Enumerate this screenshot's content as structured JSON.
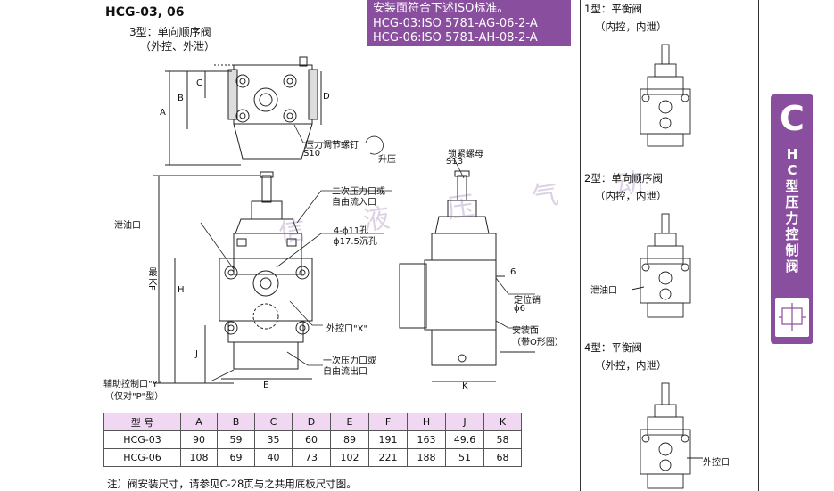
{
  "header": {
    "model_title": "HCG-03, 06",
    "type_line1": "3型：单向顺序阀",
    "type_line2": "（外控、外泄）"
  },
  "iso_box": {
    "line1": "安装面符合下述ISO标准。",
    "line2": "HCG-03:ISO 5781-AG-06-2-A",
    "line3": "HCG-06:ISO 5781-AH-08-2-A"
  },
  "drawing_labels": {
    "pressure_screw": "压力调节螺钉",
    "s10": "S10",
    "boost": "升压",
    "lock_nut": "锁紧螺母",
    "s13": "S13",
    "drain_port": "泄油口",
    "secondary_port": "二次压力口或",
    "free_inlet": "自由流入口",
    "holes1": "4-ϕ11孔",
    "holes2": "ϕ17.5沉孔",
    "max_f": "最大F",
    "ext_control_x": "外控口\"X\"",
    "primary_port": "一次压力口或",
    "free_outlet": "自由流出口",
    "aux_control_y": "辅助控制口\"Y\"",
    "p_type": "（仅对\"P\"型）",
    "dim_6": "6",
    "locating_pin": "定位销",
    "pin_dia": "ϕ6",
    "mount_face": "安装面",
    "o_ring": "（带O形圈）",
    "dim_A": "A",
    "dim_B": "B",
    "dim_C": "C",
    "dim_D": "D",
    "dim_E": "E",
    "dim_H": "H",
    "dim_J": "J",
    "dim_K": "K",
    "watermark": "信 液 压 气 动"
  },
  "right_panel": {
    "type1": "1型：平衡阀",
    "type1_sub": "（内控，内泄）",
    "type2": "2型：单向顺序阀",
    "type2_sub": "（内控，内泄）",
    "type2_drain": "泄油口",
    "type4": "4型：平衡阀",
    "type4_sub": "（外控，内泄）",
    "type4_ext": "外控口"
  },
  "side_tab": {
    "letter": "C",
    "text": "HC型压力控制阀"
  },
  "table": {
    "headers": [
      "型 号",
      "A",
      "B",
      "C",
      "D",
      "E",
      "F",
      "H",
      "J",
      "K"
    ],
    "rows": [
      [
        "HCG-03",
        "90",
        "59",
        "35",
        "60",
        "89",
        "191",
        "163",
        "49.6",
        "58"
      ],
      [
        "HCG-06",
        "108",
        "69",
        "40",
        "73",
        "102",
        "221",
        "188",
        "51",
        "68"
      ]
    ]
  },
  "note": "注）阀安装尺寸，请参见C-28页与之共用底板尺寸图。",
  "colors": {
    "accent": "#8a4e9e",
    "table_header": "#f0d8f2"
  }
}
